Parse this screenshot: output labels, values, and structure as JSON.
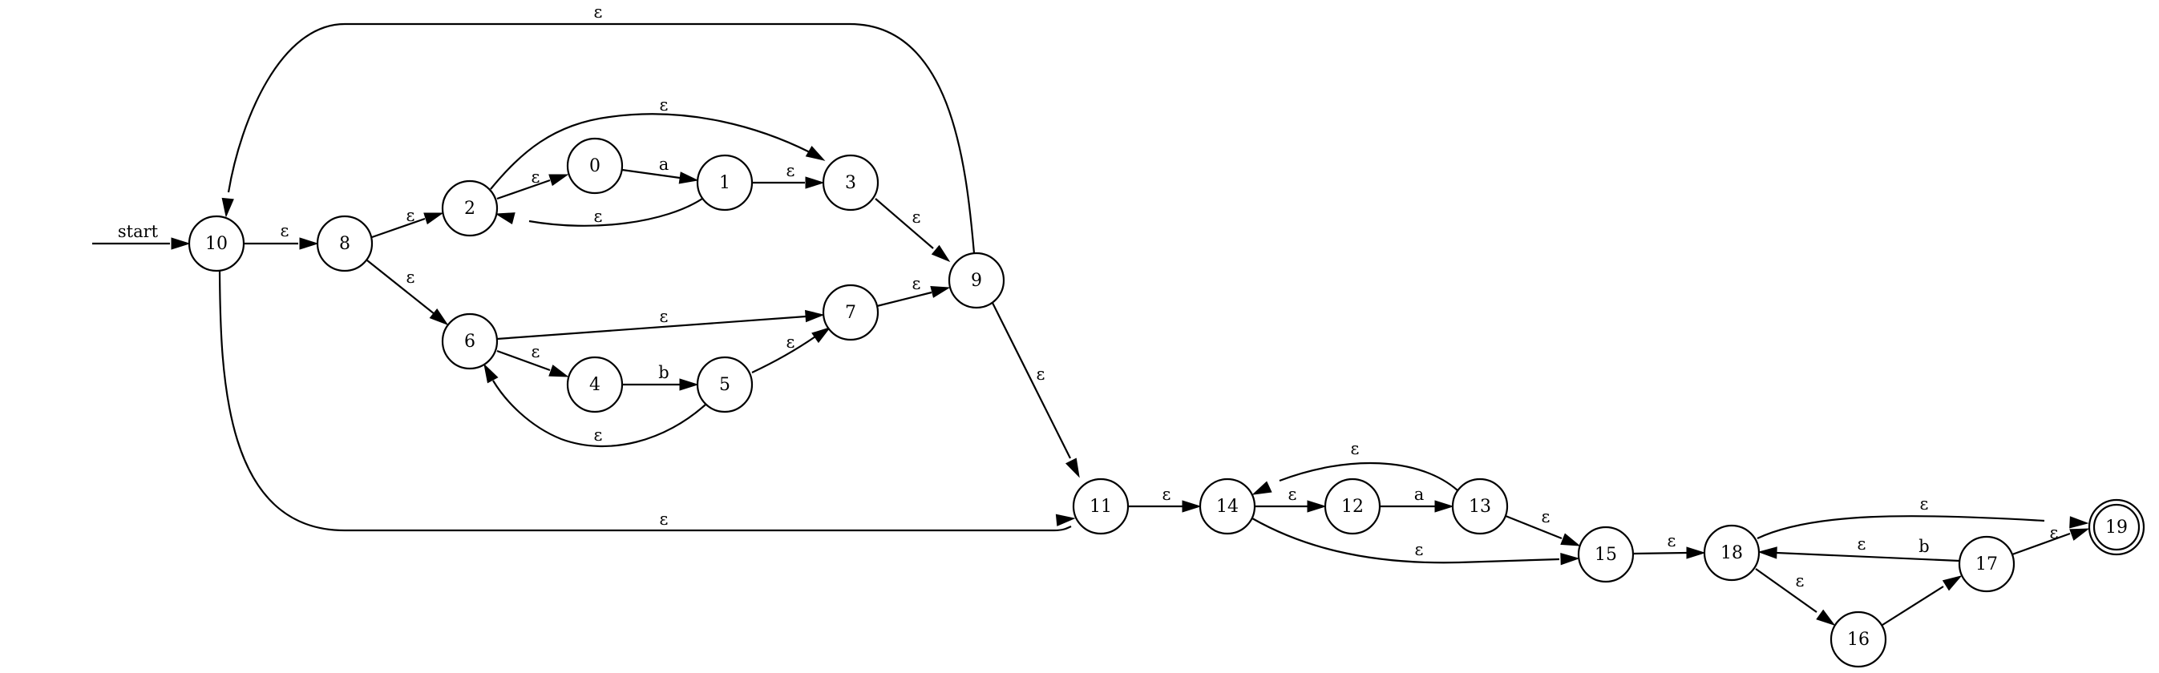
{
  "start_label": "start",
  "accepting_states": [
    "19"
  ],
  "states": [
    "0",
    "1",
    "2",
    "3",
    "4",
    "5",
    "6",
    "7",
    "8",
    "9",
    "10",
    "11",
    "12",
    "13",
    "14",
    "15",
    "16",
    "17",
    "18",
    "19"
  ],
  "transitions": [
    {
      "from": "10",
      "to": "8",
      "label": "ε"
    },
    {
      "from": "10",
      "to": "11",
      "label": "ε"
    },
    {
      "from": "8",
      "to": "2",
      "label": "ε"
    },
    {
      "from": "8",
      "to": "6",
      "label": "ε"
    },
    {
      "from": "2",
      "to": "0",
      "label": "ε"
    },
    {
      "from": "2",
      "to": "3",
      "label": "ε"
    },
    {
      "from": "0",
      "to": "1",
      "label": "a"
    },
    {
      "from": "1",
      "to": "3",
      "label": "ε"
    },
    {
      "from": "1",
      "to": "2",
      "label": "ε"
    },
    {
      "from": "3",
      "to": "9",
      "label": "ε"
    },
    {
      "from": "6",
      "to": "4",
      "label": "ε"
    },
    {
      "from": "6",
      "to": "7",
      "label": "ε"
    },
    {
      "from": "4",
      "to": "5",
      "label": "b"
    },
    {
      "from": "5",
      "to": "7",
      "label": "ε"
    },
    {
      "from": "5",
      "to": "6",
      "label": "ε"
    },
    {
      "from": "7",
      "to": "9",
      "label": "ε"
    },
    {
      "from": "9",
      "to": "10",
      "label": "ε"
    },
    {
      "from": "9",
      "to": "11",
      "label": "ε"
    },
    {
      "from": "11",
      "to": "14",
      "label": "ε"
    },
    {
      "from": "14",
      "to": "12",
      "label": "ε"
    },
    {
      "from": "14",
      "to": "15",
      "label": "ε"
    },
    {
      "from": "12",
      "to": "13",
      "label": "a"
    },
    {
      "from": "13",
      "to": "14",
      "label": "ε"
    },
    {
      "from": "13",
      "to": "15",
      "label": "ε"
    },
    {
      "from": "15",
      "to": "18",
      "label": "ε"
    },
    {
      "from": "18",
      "to": "16",
      "label": "ε"
    },
    {
      "from": "18",
      "to": "19",
      "label": "ε"
    },
    {
      "from": "16",
      "to": "17",
      "label": "b"
    },
    {
      "from": "17",
      "to": "18",
      "label": "ε"
    },
    {
      "from": "17",
      "to": "19",
      "label": "ε"
    }
  ]
}
